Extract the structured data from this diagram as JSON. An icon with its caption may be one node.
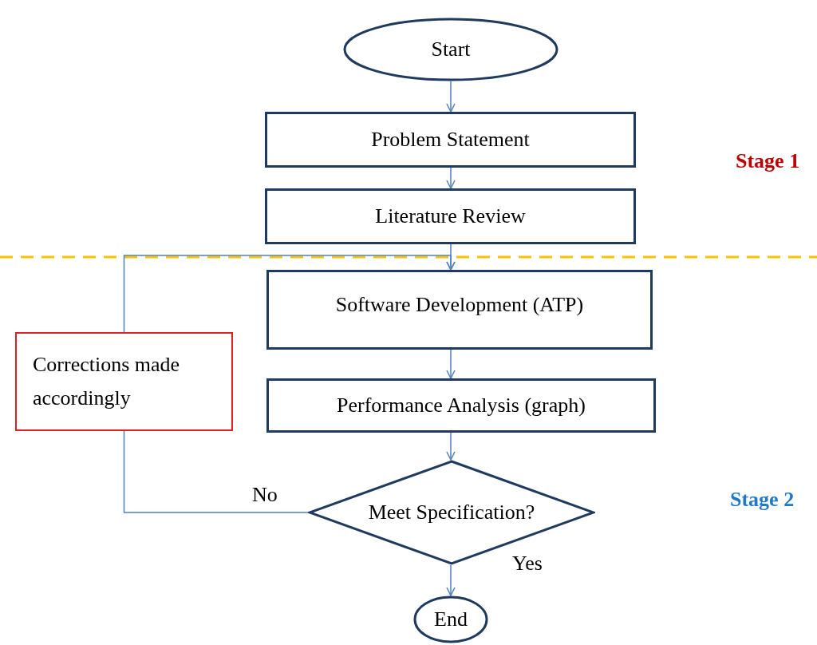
{
  "diagram": {
    "nodes": [
      {
        "text": [
          "Start"
        ]
      },
      {
        "text": [
          "Problem Statement"
        ]
      },
      {
        "text": [
          "Literature Review"
        ]
      },
      {
        "text": [
          "Software Development (ATP)"
        ]
      },
      {
        "text": [
          "Performance Analysis (graph)"
        ]
      },
      {
        "text": [
          "Meet Specification?"
        ]
      },
      {
        "text": [
          "End"
        ]
      },
      {
        "text": [
          "Corrections made accordingly"
        ]
      }
    ],
    "edges": [
      {
        "from": 0,
        "to": 1,
        "arrow": "to"
      },
      {
        "from": 1,
        "to": 2,
        "arrow": "to"
      },
      {
        "from": 2,
        "to": 3,
        "arrow": "to"
      },
      {
        "from": 3,
        "to": 4,
        "arrow": "to"
      },
      {
        "from": 4,
        "to": 5,
        "arrow": "to"
      },
      {
        "from": 5,
        "to": 6,
        "arrow": "to",
        "label": "Yes"
      },
      {
        "from": 5,
        "to": 7,
        "arrow": "none",
        "label": "No"
      },
      {
        "from": 7,
        "to": 3,
        "arrow": "to"
      }
    ],
    "labels": [
      "Stage 1",
      "Stage 2"
    ]
  }
}
